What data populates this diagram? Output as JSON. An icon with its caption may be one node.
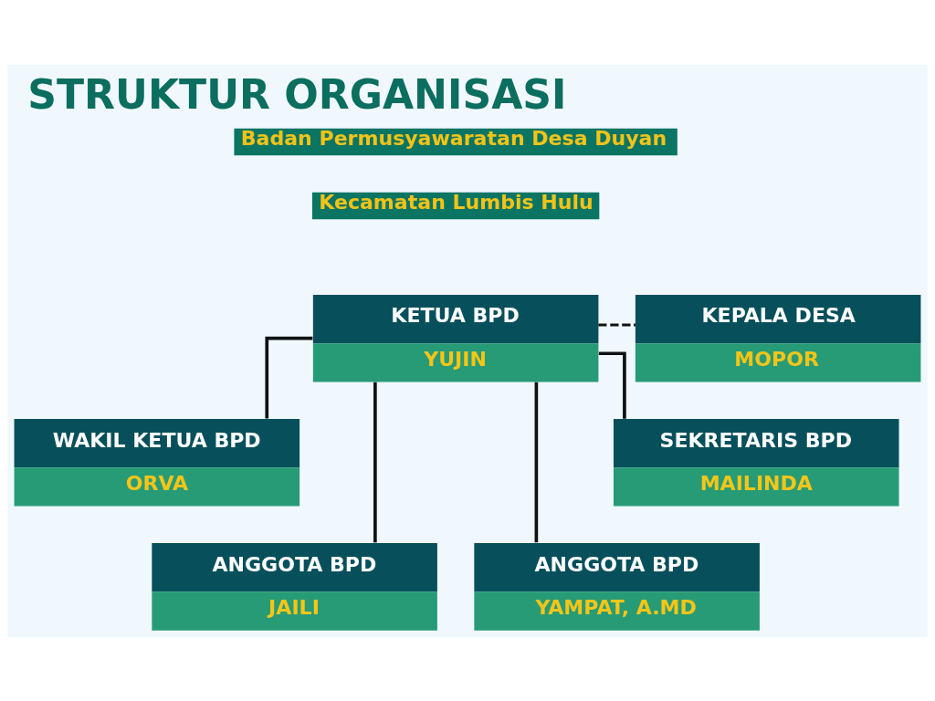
{
  "diagram": {
    "title": "STRUKTUR ORGANISASI",
    "nodes": [
      {
        "text": [
          "KETUA BPD",
          "YUJIN"
        ]
      },
      {
        "text": [
          "KEPALA DESA",
          "MOPOR"
        ]
      },
      {
        "text": [
          "WAKIL KETUA BPD",
          "ORVA"
        ]
      },
      {
        "text": [
          "SEKRETARIS BPD",
          "MAILINDA"
        ]
      },
      {
        "text": [
          "ANGGOTA BPD",
          "JAILI"
        ]
      },
      {
        "text": [
          "ANGGOTA BPD",
          "YAMPAT, A.MD"
        ]
      }
    ],
    "edges": [
      {
        "from": 0,
        "to": 1,
        "arrow": "none",
        "style": "dashed"
      },
      {
        "from": 0,
        "to": 2,
        "arrow": "none"
      },
      {
        "from": 0,
        "to": 4,
        "arrow": "none"
      },
      {
        "from": 0,
        "to": 5,
        "arrow": "none"
      },
      {
        "from": 0,
        "to": 3,
        "arrow": "none"
      }
    ],
    "labels": [
      "Badan Permusyawaratan Desa Duyan",
      "Kecamatan Lumbis Hulu"
    ]
  }
}
